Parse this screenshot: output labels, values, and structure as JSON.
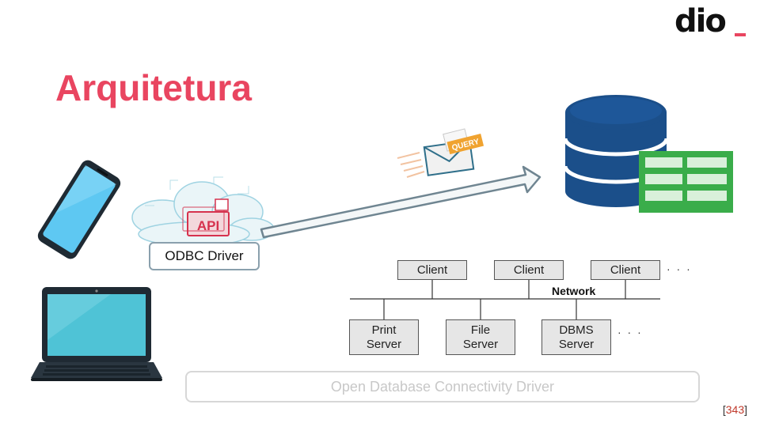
{
  "logo": {
    "text": "dio"
  },
  "slide": {
    "title": "Arquitetura",
    "page_open": "[",
    "page_number": "343",
    "page_close": "]"
  },
  "cloud": {
    "api_label": "API",
    "driver_label": "ODBC Driver"
  },
  "query_envelope": {
    "tag": "QUERY"
  },
  "network": {
    "label": "Network",
    "clients": [
      "Client",
      "Client",
      "Client"
    ],
    "servers": [
      {
        "line1": "Print",
        "line2": "Server"
      },
      {
        "line1": "File",
        "line2": "Server"
      },
      {
        "line1": "DBMS",
        "line2": "Server"
      }
    ],
    "ellipsis_top": "· · ·",
    "ellipsis_bottom": "· · ·"
  },
  "footer_box": {
    "text": "Open Database Connectivity Driver"
  },
  "colors": {
    "accent": "#e94560",
    "db_blue": "#1b4f8a",
    "sheet_green": "#3aad4a",
    "phone_screen": "#5ec8f2",
    "laptop_screen": "#4fc3d6",
    "arrow_gray": "#6f8591"
  }
}
